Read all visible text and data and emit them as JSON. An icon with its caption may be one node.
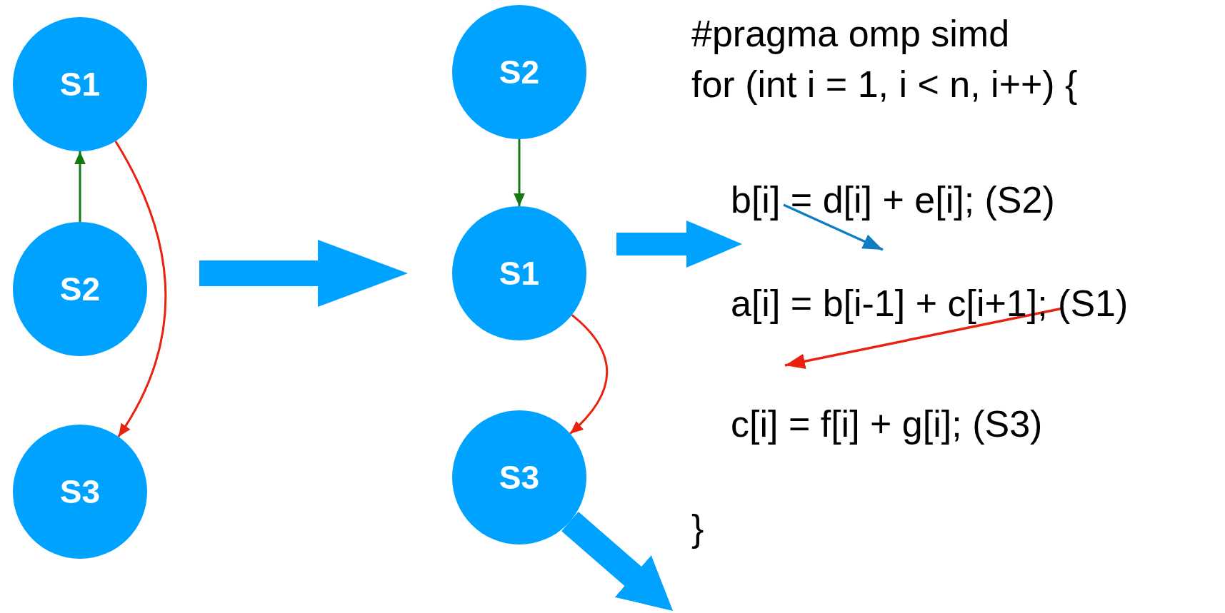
{
  "diagram": {
    "nodes": [
      {
        "text": [
          "S1"
        ]
      },
      {
        "text": [
          "S2"
        ]
      },
      {
        "text": [
          "S3"
        ]
      },
      {
        "text": [
          "S2"
        ]
      },
      {
        "text": [
          "S1"
        ]
      },
      {
        "text": [
          "S3"
        ]
      }
    ],
    "edges": [
      {
        "from": 1,
        "to": 0,
        "arrow": "to",
        "color": "#137a13"
      },
      {
        "from": 0,
        "to": 2,
        "arrow": "to",
        "color": "#e8220f"
      },
      {
        "from": 3,
        "to": 4,
        "arrow": "to",
        "color": "#137a13"
      },
      {
        "from": 4,
        "to": 5,
        "arrow": "to",
        "color": "#e8220f"
      },
      {
        "from": 5,
        "to": null,
        "arrow": "to",
        "style": "thick",
        "color": "#00a2ff"
      }
    ],
    "labels": [
      "#pragma omp simd",
      "for (int i = 1, i < n, i++) {",
      "b[i] = d[i] + e[i]; (S2)",
      "a[i] = b[i-1] + c[i+1]; (S1)",
      "c[i] = f[i] + g[i]; (S3)",
      "}"
    ]
  }
}
